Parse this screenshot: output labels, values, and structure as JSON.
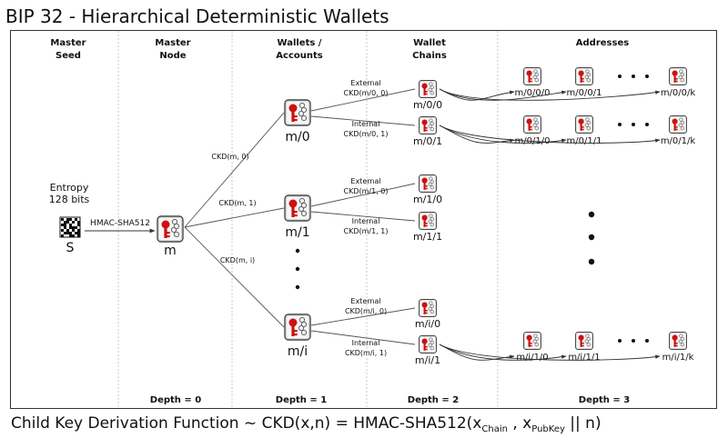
{
  "title": "BIP 32 - Hierarchical Deterministic Wallets",
  "columns": [
    {
      "line1": "Master",
      "line2": "Seed"
    },
    {
      "line1": "Master",
      "line2": "Node"
    },
    {
      "line1": "Wallets /",
      "line2": "Accounts"
    },
    {
      "line1": "Wallet",
      "line2": "Chains"
    },
    {
      "line1": "Addresses",
      "line2": ""
    }
  ],
  "depths": [
    "Depth = 0",
    "Depth = 1",
    "Depth = 2",
    "Depth = 3"
  ],
  "seed": {
    "entropy_line1": "Entropy",
    "entropy_line2": "128 bits",
    "label": "S",
    "hmac": "HMAC-SHA512"
  },
  "master": {
    "label": "m"
  },
  "accounts": [
    {
      "label": "m/0",
      "edge": "CKD(m, 0)"
    },
    {
      "label": "m/1",
      "edge": "CKD(m, 1)"
    },
    {
      "label": "m/i",
      "edge": "CKD(m, i)"
    }
  ],
  "chains": [
    {
      "label": "m/0/0",
      "kind": "External",
      "ckd": "CKD(m/0, 0)"
    },
    {
      "label": "m/0/1",
      "kind": "Internal",
      "ckd": "CKD(m/0, 1)"
    },
    {
      "label": "m/1/0",
      "kind": "External",
      "ckd": "CKD(m/1, 0)"
    },
    {
      "label": "m/1/1",
      "kind": "Internal",
      "ckd": "CKD(m/1, 1)"
    },
    {
      "label": "m/i/0",
      "kind": "External",
      "ckd": "CKD(m/i, 0)"
    },
    {
      "label": "m/i/1",
      "kind": "Internal",
      "ckd": "CKD(m/i, 1)"
    }
  ],
  "addresses": [
    [
      "m/0/0/0",
      "m/0/0/1",
      "m/0/0/k"
    ],
    [
      "m/0/1/0",
      "m/0/1/1",
      "m/0/1/k"
    ],
    [
      "m/i/1/0",
      "m/i/1/1",
      "m/i/1/k"
    ]
  ],
  "formula": {
    "prefix": "Child Key Derivation Function ~  CKD(x,n) = HMAC-SHA512(x",
    "sub1": "Chain",
    "mid": " , x",
    "sub2": "PubKey",
    "suffix": " || n)"
  },
  "colors": {
    "key_red": "#cc1111",
    "line": "#555555",
    "divider": "#bbbbbb"
  }
}
